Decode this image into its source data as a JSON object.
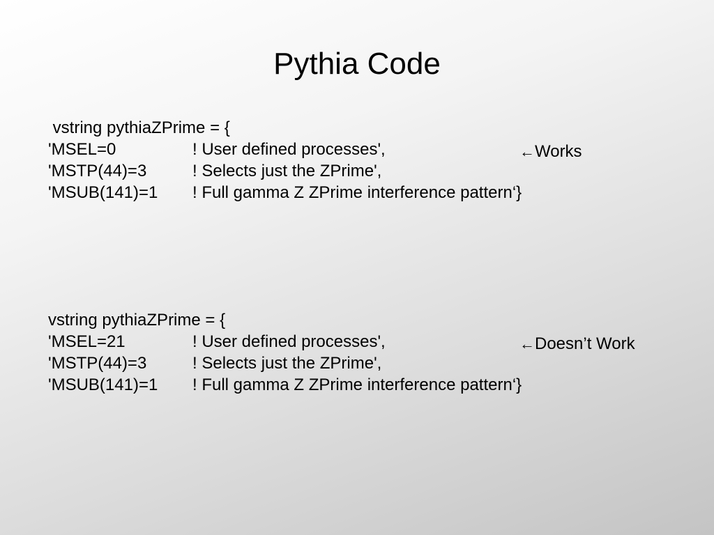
{
  "title": "Pythia Code",
  "blocks": [
    {
      "header": " vstring pythiaZPrime = {",
      "lines": [
        {
          "key": "'MSEL=0",
          "comment": "! User defined processes',"
        },
        {
          "key": "'MSTP(44)=3",
          "comment": "! Selects just the ZPrime',"
        },
        {
          "key": "'MSUB(141)=1",
          "comment": "! Full gamma Z ZPrime interference pattern‘}"
        }
      ],
      "note": {
        "icon": "left-arrow-icon",
        "arrow": "←",
        "text": "Works"
      }
    },
    {
      "header": "vstring pythiaZPrime = {",
      "lines": [
        {
          "key": "'MSEL=21",
          "comment": "! User defined processes',"
        },
        {
          "key": "'MSTP(44)=3",
          "comment": "! Selects just the ZPrime',"
        },
        {
          "key": "'MSUB(141)=1",
          "comment": "! Full gamma Z ZPrime interference pattern‘}"
        }
      ],
      "note": {
        "icon": "left-arrow-icon",
        "arrow": "←",
        "text": "Doesn’t Work"
      }
    }
  ]
}
